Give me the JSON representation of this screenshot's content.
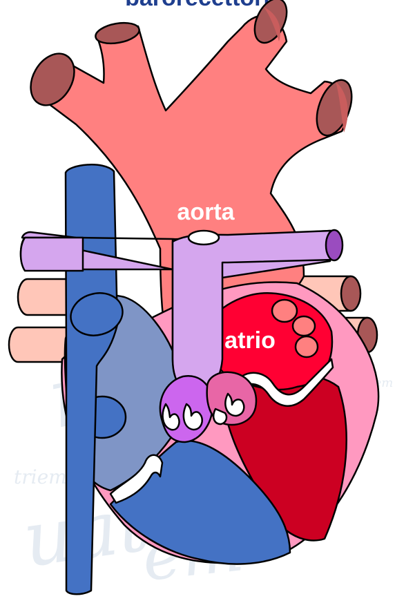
{
  "title": "barorecettori",
  "labels": {
    "aorta": "aorta",
    "atrium": "atrio"
  },
  "colors": {
    "aorta": "#ff8080",
    "vessel_cap": "#a85757",
    "vena_cava": "#4472c4",
    "vena_cava_light": "#7f95c6",
    "pulmonary_artery": "#d5a6ee",
    "left_atrium": "#ff0033",
    "left_ventricle": "#cc0022",
    "myocardium": "#ff99c0",
    "pulmonary_vein": "#ffc6b8",
    "valve_purple": "#cc66ee",
    "valve_pink": "#e866a6",
    "title": "#1f3f8f"
  }
}
